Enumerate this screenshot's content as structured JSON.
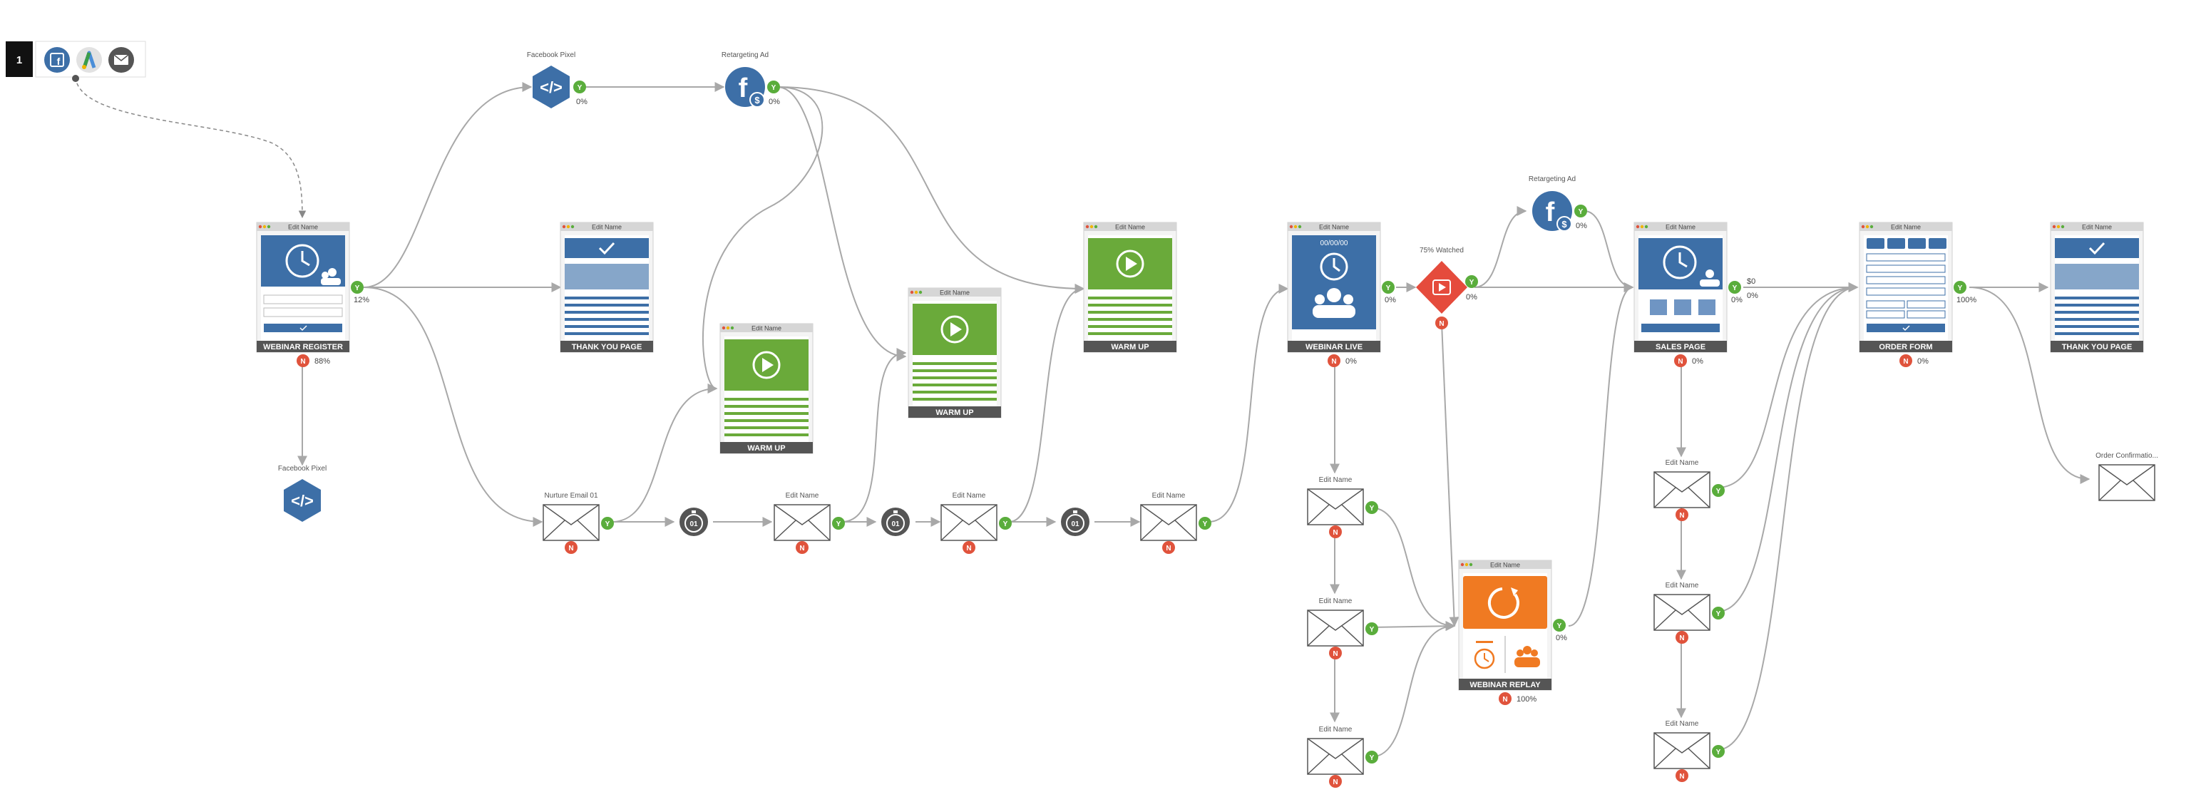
{
  "toolbar": {
    "step_number": "1",
    "icons": [
      "facebook-icon",
      "adwords-icon",
      "email-icon"
    ]
  },
  "pages": [
    {
      "id": "p1",
      "title": "Edit Name",
      "label": "WEBINAR REGISTER",
      "kind": "register",
      "pct": "12%",
      "n_pct": "88%"
    },
    {
      "id": "p2",
      "title": "Edit Name",
      "label": "THANK YOU PAGE",
      "kind": "thankyou"
    },
    {
      "id": "p3",
      "title": "Edit Name",
      "label": "WARM UP",
      "kind": "video"
    },
    {
      "id": "p4",
      "title": "Edit Name",
      "label": "WARM UP",
      "kind": "video"
    },
    {
      "id": "p5",
      "title": "Edit Name",
      "label": "WARM UP",
      "kind": "video"
    },
    {
      "id": "p6",
      "title": "Edit Name",
      "label": "WEBINAR LIVE",
      "kind": "live",
      "countdown": "00/00/00",
      "pct": "0%",
      "n_pct": "0%"
    },
    {
      "id": "p7",
      "title": "Edit Name",
      "label": "SALES PAGE",
      "kind": "sales",
      "value": "$0",
      "pct": "0%",
      "n_pct": "0%"
    },
    {
      "id": "p8",
      "title": "Edit Name",
      "label": "ORDER FORM",
      "kind": "order",
      "pct": "100%",
      "n_pct": "0%"
    },
    {
      "id": "p9",
      "title": "Edit Name",
      "label": "THANK YOU PAGE",
      "kind": "thankyou"
    },
    {
      "id": "p10",
      "title": "Edit Name",
      "label": "WEBINAR REPLAY",
      "kind": "replay",
      "pct": "0%",
      "n_pct": "100%"
    }
  ],
  "pixels": [
    {
      "id": "fb1",
      "title": "Facebook Pixel",
      "pct": "0%"
    },
    {
      "id": "fb2",
      "title": "Facebook Pixel"
    }
  ],
  "ads": [
    {
      "id": "ad1",
      "title": "Retargeting Ad",
      "pct": "0%"
    },
    {
      "id": "ad2",
      "title": "Retargeting Ad",
      "pct": "0%"
    }
  ],
  "video_trigger": {
    "title": "75% Watched",
    "pct": "0%"
  },
  "emails": [
    {
      "id": "e1",
      "title": "Nurture Email 01"
    },
    {
      "id": "e2",
      "title": "Edit Name"
    },
    {
      "id": "e3",
      "title": "Edit Name"
    },
    {
      "id": "e4",
      "title": "Edit Name"
    },
    {
      "id": "e5",
      "title": "Edit Name"
    },
    {
      "id": "e6",
      "title": "Edit Name"
    },
    {
      "id": "e7",
      "title": "Edit Name"
    },
    {
      "id": "e8",
      "title": "Edit Name"
    },
    {
      "id": "e9",
      "title": "Edit Name"
    },
    {
      "id": "e10",
      "title": "Edit Name"
    },
    {
      "id": "e11",
      "title": "Order Confirmatio..."
    }
  ],
  "timer_label": "01",
  "badges": {
    "yes": "Y",
    "no": "N"
  },
  "colors": {
    "blue": "#3d6fa7",
    "green": "#6aaa3a",
    "orange": "#f07a22",
    "red": "#e54b3c",
    "badge_green": "#5aad3c",
    "badge_red": "#e0533c",
    "bar": "#555555",
    "edge": "#a8a8a8"
  }
}
